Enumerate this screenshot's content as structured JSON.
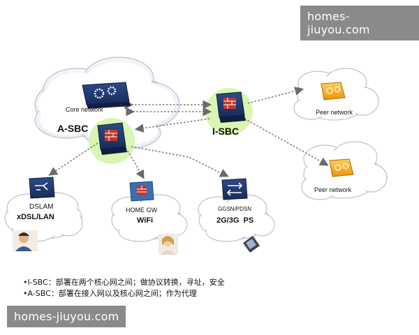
{
  "watermark_top": "homes-jiuyou.com",
  "watermark_bottom": "homes-jiuyou.com",
  "labels": {
    "core_network": "Core network",
    "a_sbc": "A-SBC",
    "i_sbc": "I-SBC",
    "peer_network_1": "Peer network",
    "peer_network_2": "Peer network",
    "dslam": "DSLAM",
    "xdsl_lan": "xDSL/LAN",
    "home_gw": "HOME GW",
    "wifi": "WiFi",
    "ggsn_pdsn": "GGSN/PDSN",
    "mobile": "2G/3G  PS"
  },
  "legend": {
    "line1": "•I-SBC：部署在两个核心网之间；做协议转换，寻址，安全",
    "line2": "•A-SBC：部署在接入网以及核心网之间；作为代理"
  },
  "icons": [
    "router-icon",
    "firewall-icon",
    "switch-icon",
    "peer-router-icon",
    "person-icon",
    "phone-icon"
  ]
}
